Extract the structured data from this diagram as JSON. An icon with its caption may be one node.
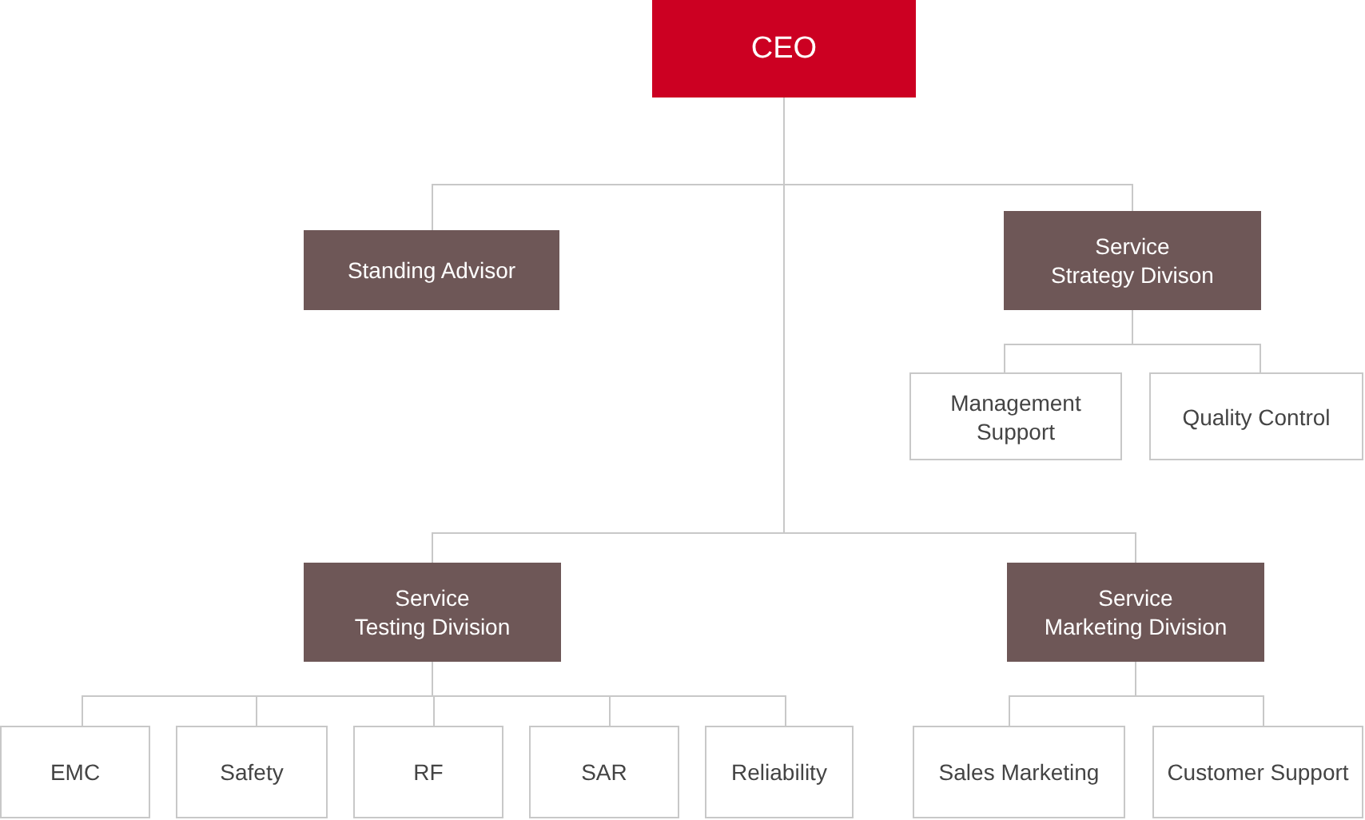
{
  "diagram": {
    "nodes": [
      {
        "text": [
          "CEO"
        ]
      },
      {
        "text": [
          "Standing Advisor"
        ]
      },
      {
        "text": [
          "Service Strategy Divison"
        ]
      },
      {
        "text": [
          "Management Support"
        ]
      },
      {
        "text": [
          "Quality Control"
        ]
      },
      {
        "text": [
          "Service Testing Division"
        ]
      },
      {
        "text": [
          "Service Marketing Division"
        ]
      },
      {
        "text": [
          "EMC"
        ]
      },
      {
        "text": [
          "Safety"
        ]
      },
      {
        "text": [
          "RF"
        ]
      },
      {
        "text": [
          "SAR"
        ]
      },
      {
        "text": [
          "Reliability"
        ]
      },
      {
        "text": [
          "Sales Marketing"
        ]
      },
      {
        "text": [
          "Customer Support"
        ]
      }
    ],
    "edges": [
      {
        "from": 0,
        "to": 1,
        "arrow": "none"
      },
      {
        "from": 0,
        "to": 2,
        "arrow": "none"
      },
      {
        "from": 2,
        "to": 3,
        "arrow": "none"
      },
      {
        "from": 2,
        "to": 4,
        "arrow": "none"
      },
      {
        "from": 0,
        "to": 5,
        "arrow": "none"
      },
      {
        "from": 0,
        "to": 6,
        "arrow": "none"
      },
      {
        "from": 5,
        "to": 7,
        "arrow": "none"
      },
      {
        "from": 5,
        "to": 8,
        "arrow": "none"
      },
      {
        "from": 5,
        "to": 9,
        "arrow": "none"
      },
      {
        "from": 5,
        "to": 10,
        "arrow": "none"
      },
      {
        "from": 5,
        "to": 11,
        "arrow": "none"
      },
      {
        "from": 6,
        "to": 12,
        "arrow": "none"
      },
      {
        "from": 6,
        "to": 13,
        "arrow": "none"
      }
    ]
  }
}
